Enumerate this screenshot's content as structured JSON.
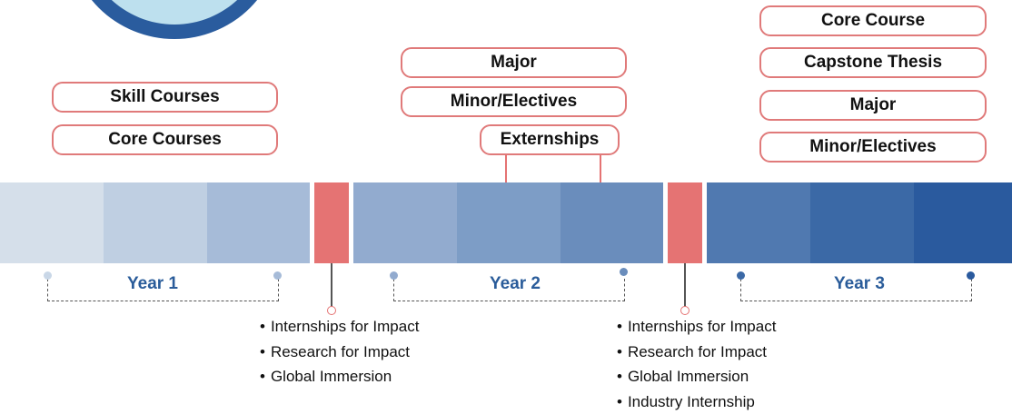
{
  "year1": {
    "label": "Year 1",
    "courses": [
      "Skill Courses",
      "Core Courses"
    ]
  },
  "year2": {
    "label": "Year 2",
    "courses": [
      "Major",
      "Minor/Electives"
    ],
    "externships": "Externships"
  },
  "year3": {
    "label": "Year 3",
    "courses": [
      "Core Course",
      "Capstone Thesis",
      "Major",
      "Minor/Electives"
    ]
  },
  "break1": {
    "items": [
      "Internships for Impact",
      "Research for Impact",
      "Global Immersion"
    ]
  },
  "break2": {
    "items": [
      "Internships for Impact",
      "Research for Impact",
      "Global Immersion",
      "Industry Internship"
    ]
  },
  "colors": {
    "pill_border": "#e07a7a",
    "break": "#e57373",
    "year_text": "#2a5c9a",
    "segments": [
      "#d5dfea",
      "#bfcfe2",
      "#a6bbd8",
      "#92abcf",
      "#7d9dc6",
      "#6a8dbc",
      "#5079b0",
      "#3b69a6",
      "#2a5a9e"
    ]
  }
}
